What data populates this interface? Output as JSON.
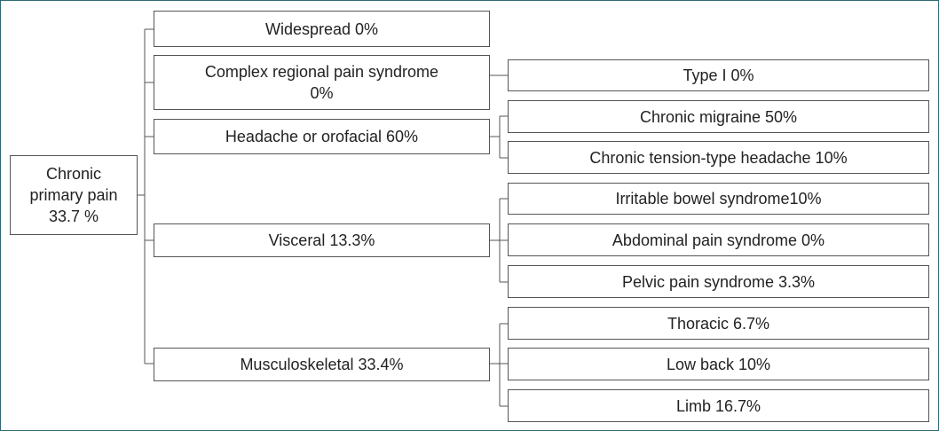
{
  "root": {
    "line1": "Chronic",
    "line2": "primary pain",
    "line3": "33.7 %"
  },
  "level1": {
    "widespread": "Widespread 0%",
    "crps_line1": "Complex regional pain syndrome",
    "crps_line2": "0%",
    "headache": "Headache or orofacial 60%",
    "visceral": "Visceral 13.3%",
    "musculoskeletal": "Musculoskeletal 33.4%"
  },
  "level2": {
    "type1": "Type I 0%",
    "chronic_migraine": "Chronic migraine 50%",
    "tension_headache": "Chronic tension-type headache 10%",
    "ibs": "Irritable bowel syndrome10%",
    "abdominal": "Abdominal pain syndrome 0%",
    "pelvic": "Pelvic pain syndrome 3.3%",
    "thoracic": "Thoracic 6.7%",
    "low_back": "Low back 10%",
    "limb": "Limb 16.7%"
  }
}
